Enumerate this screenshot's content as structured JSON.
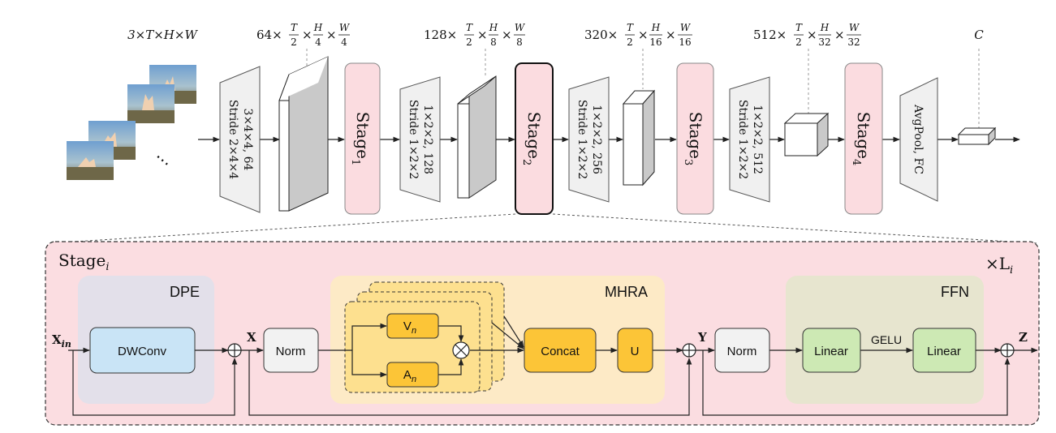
{
  "input": {
    "shape": "3×T×H×W",
    "ellipsis": "⋯"
  },
  "colors": {
    "stage_fill": "#fbdde1",
    "stage_box": "#fbdce0",
    "dpe_bg": "#e3e0ea",
    "mhra_bg": "#fdeac6",
    "ffn_bg": "#e7e5cf",
    "dwconv": "#c9e4f6",
    "yellow_box": "#fcc537",
    "linear": "#cde9b4",
    "norm": "#f2f2f2",
    "slab": "#c9c9c9"
  },
  "top": {
    "shapes": [
      {
        "prefix": "64×",
        "T": "T",
        "two": "2",
        "Hn": "H",
        "Hd": "4",
        "Wn": "W",
        "Wd": "4"
      },
      {
        "prefix": "128×",
        "T": "T",
        "two": "2",
        "Hn": "H",
        "Hd": "8",
        "Wn": "W",
        "Wd": "8"
      },
      {
        "prefix": "320×",
        "T": "T",
        "two": "2",
        "Hn": "H",
        "Hd": "16",
        "Wn": "W",
        "Wd": "16"
      },
      {
        "prefix": "512×",
        "T": "T",
        "two": "2",
        "Hn": "H",
        "Hd": "32",
        "Wn": "W",
        "Wd": "32"
      },
      {
        "prefix": "C"
      }
    ],
    "convs": [
      {
        "line1": "3×4×4, 64",
        "line2": "Stride 2×4×4"
      },
      {
        "line1": "1×2×2, 128",
        "line2": "Stride 1×2×2"
      },
      {
        "line1": "1×2×2, 256",
        "line2": "Stride 1×2×2"
      },
      {
        "line1": "1×2×2, 512",
        "line2": "Stride 1×2×2"
      }
    ],
    "stages": [
      {
        "base": "Stage",
        "sub": "1"
      },
      {
        "base": "Stage",
        "sub": "2"
      },
      {
        "base": "Stage",
        "sub": "3"
      },
      {
        "base": "Stage",
        "sub": "4"
      }
    ],
    "head": "AvgPool, FC"
  },
  "detail": {
    "title": "Stage",
    "title_sub": "i",
    "repeat": "×L",
    "repeat_sub": "i",
    "dpe": {
      "title": "DPE",
      "dwconv": "DWConv"
    },
    "mhra": {
      "title": "MHRA",
      "v": "V",
      "v_sub": "n",
      "a": "A",
      "a_sub": "n",
      "concat": "Concat",
      "u": "U"
    },
    "ffn": {
      "title": "FFN",
      "linear1": "Linear",
      "gelu": "GELU",
      "linear2": "Linear"
    },
    "x_in": "X",
    "x_in_sub": "in",
    "x": "X",
    "y": "Y",
    "z": "Z",
    "norm1": "Norm",
    "norm2": "Norm"
  }
}
